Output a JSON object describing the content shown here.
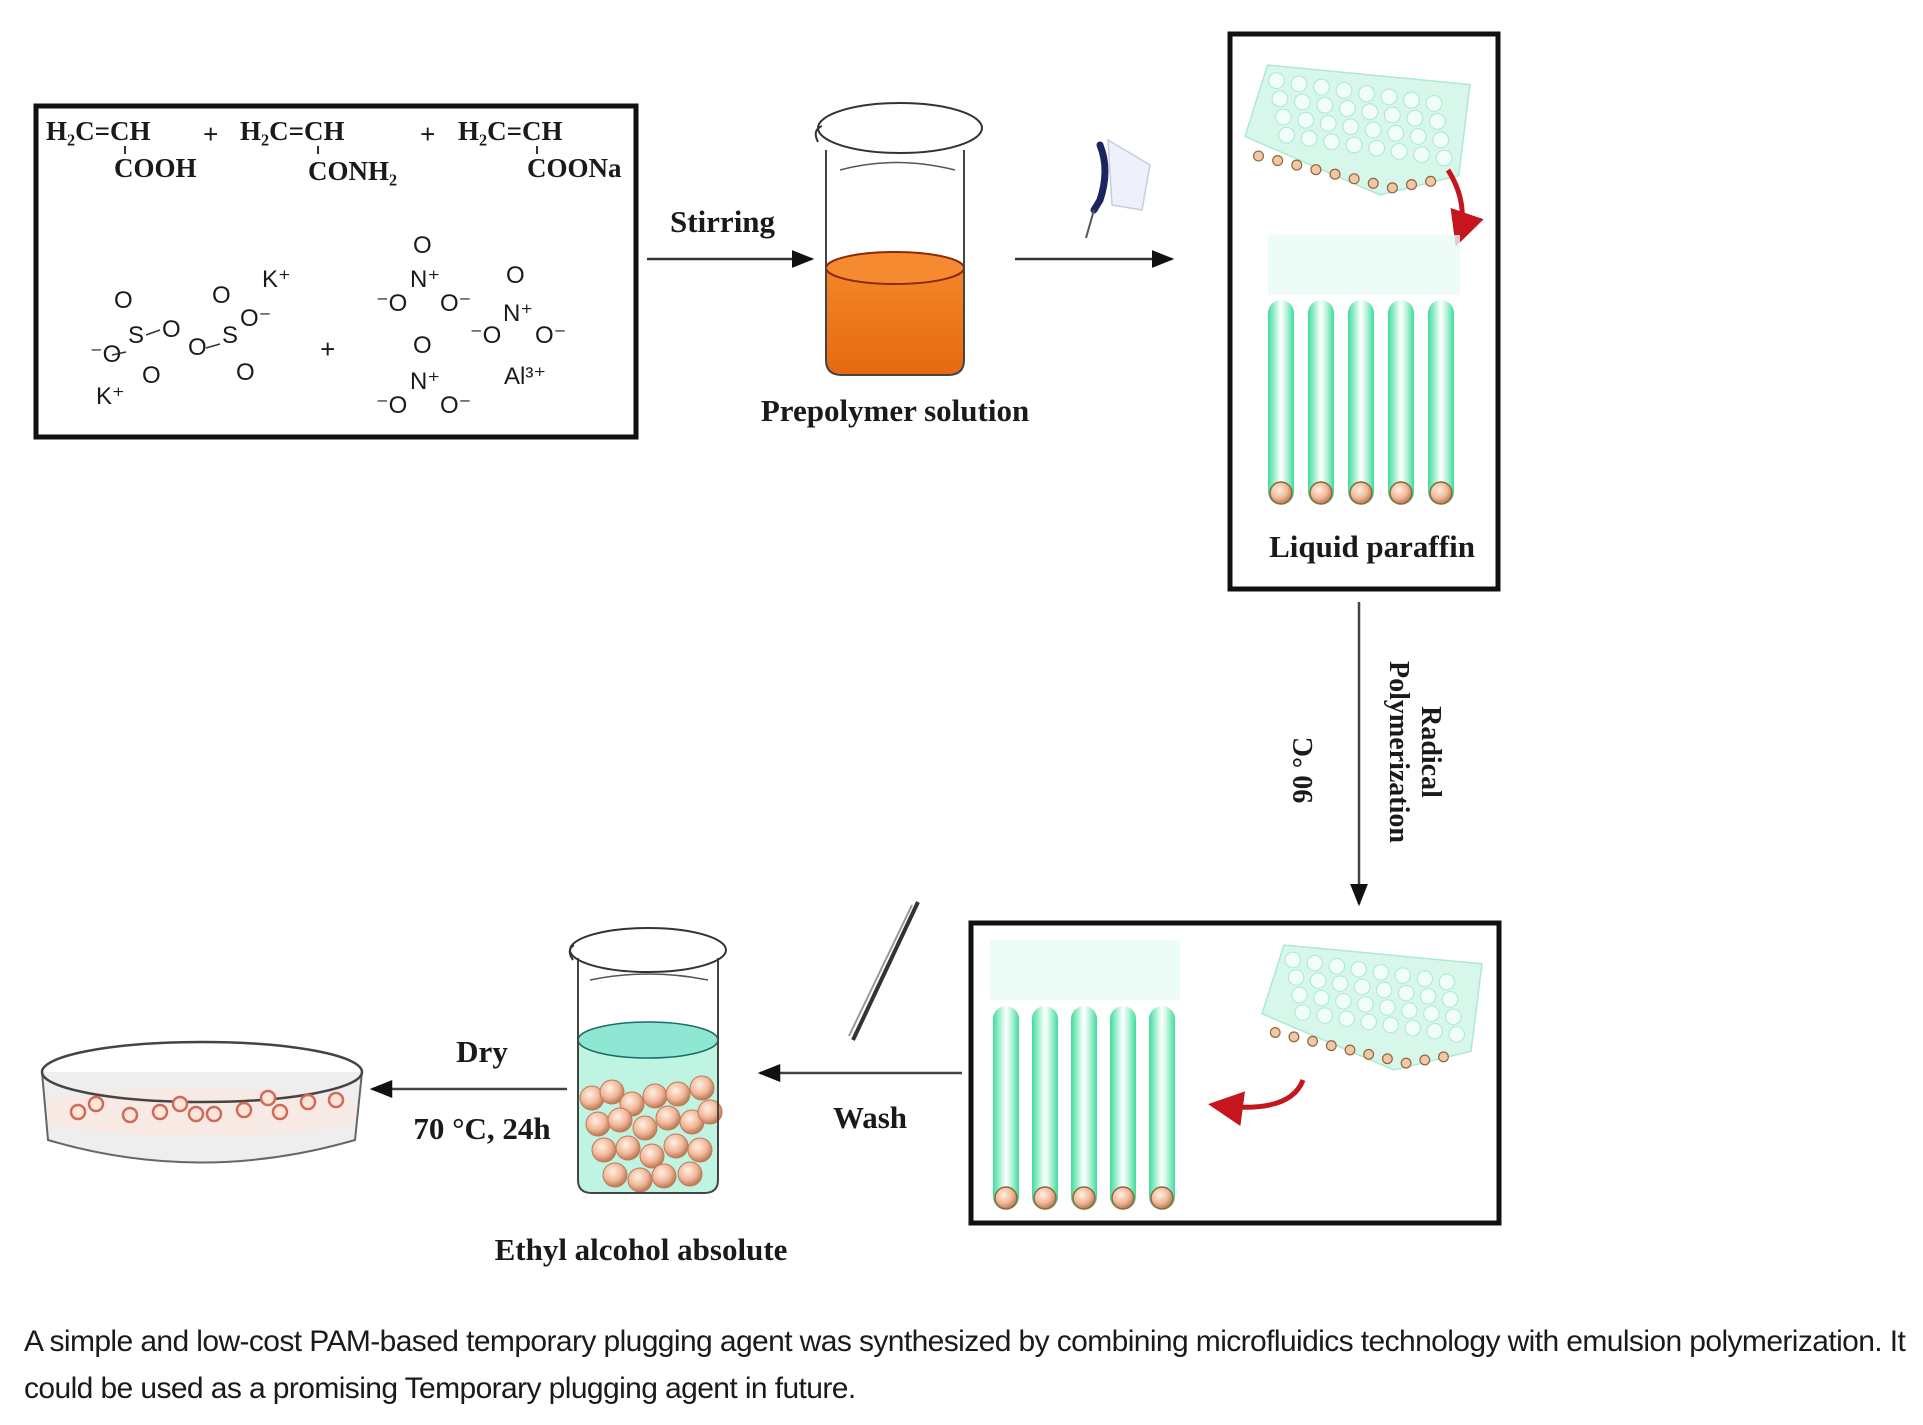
{
  "figure": {
    "reagents_box": {
      "monomers": [
        {
          "line1": "H₂C=CH",
          "line2": "COOH"
        },
        {
          "line1": "H₂C=CH",
          "line2": "CONH₂"
        },
        {
          "line1": "H₂C=CH",
          "line2": "COONa"
        }
      ],
      "plus": "+",
      "persulfate": {
        "k_ion_top": "K⁺",
        "k_ion_bottom": "K⁺",
        "o": "O",
        "s": "S",
        "o_minus": "⁻O",
        "o_minus_right": "O⁻"
      },
      "nitrate": {
        "n_plus": "N⁺",
        "o": "O",
        "o_minus_left": "⁻O",
        "o_minus_right": "O⁻",
        "al_ion": "Al³⁺"
      }
    },
    "steps": {
      "stirring": "Stirring",
      "prepolymer": "Prepolymer solution",
      "liquid_paraffin": "Liquid paraffin",
      "radical_polymerization_line1": "Radical",
      "radical_polymerization_line2": "Polymerization",
      "temperature_90": "90 °C",
      "wash": "Wash",
      "ethanol": "Ethyl alcohol absolute",
      "dry": "Dry",
      "dry_conditions": "70 °C, 24h"
    },
    "colors": {
      "prepolymer_orange": "#f47a1f",
      "tube_green": "#4fe3a8",
      "ethanol_cyan": "#8fe6d2",
      "bead_peach": "#f2b79a",
      "arrow_red": "#c4161c"
    }
  },
  "caption": {
    "text": "A simple and low-cost PAM-based temporary plugging agent was synthesized by combining microfluidics technology with emulsion polymerization. It could be used as a promising Temporary plugging agent in future."
  }
}
